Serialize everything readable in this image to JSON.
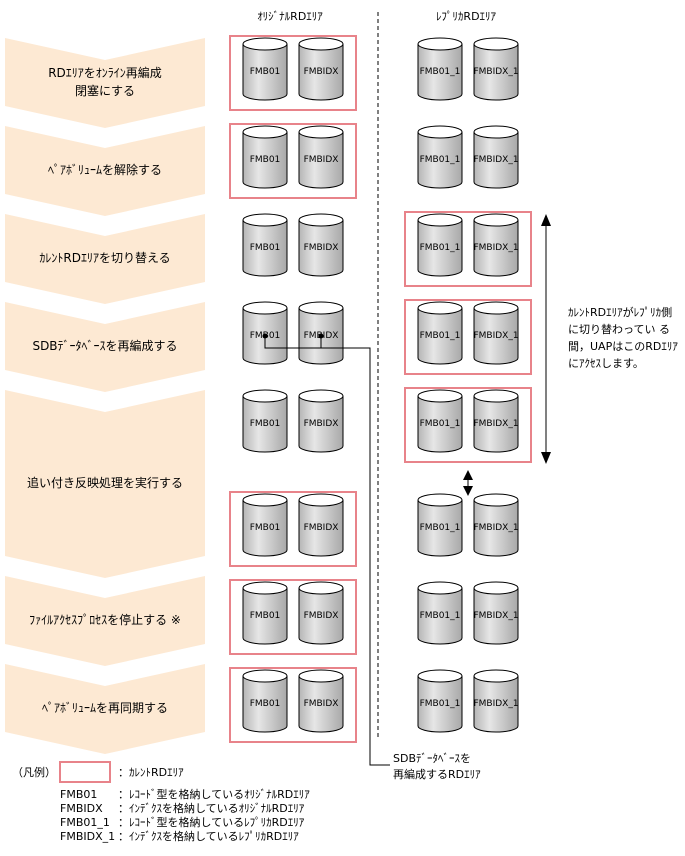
{
  "headers": {
    "original": "ｵﾘｼﾞﾅﾙRDｴﾘｱ",
    "replica": "ﾚﾌﾟﾘｶRDｴﾘｱ"
  },
  "steps": [
    {
      "lines": [
        "RDｴﾘｱをｵﾝﾗｲﾝ再編成",
        "閉塞にする"
      ]
    },
    {
      "lines": [
        "ﾍﾟｱﾎﾞﾘｭｰﾑを解除する"
      ]
    },
    {
      "lines": [
        "ｶﾚﾝﾄRDｴﾘｱを切り替える"
      ]
    },
    {
      "lines": [
        "SDBﾃﾞｰﾀﾍﾞｰｽを再編成する"
      ]
    },
    {
      "lines": [
        "追い付き反映処理を実行する"
      ]
    },
    {
      "lines": [
        "ﾌｧｲﾙｱｸｾｽﾌﾟﾛｾｽを停止する ※"
      ]
    },
    {
      "lines": [
        "ﾍﾟｱﾎﾞﾘｭｰﾑを再同期する"
      ]
    }
  ],
  "disks": {
    "orig_a": "FMB01",
    "orig_b": "FMBIDX",
    "rep_a": "FMB01_1",
    "rep_b": "FMBIDX_1"
  },
  "annotation": [
    "ｶﾚﾝﾄRDｴﾘｱがﾚﾌﾟﾘｶ側",
    "に切り替わってい る",
    "間，UAPはこのRDｴﾘｱ",
    "にｱｸｾｽします。"
  ],
  "callout": [
    "SDBﾃﾞｰﾀﾍﾞｰｽを",
    "再編成するRDｴﾘｱ"
  ],
  "legend": {
    "title": "（凡例）",
    "box_desc": "：ｶﾚﾝﾄRDｴﾘｱ",
    "entries": [
      {
        "term": "FMB01",
        "desc": "：ﾚｺｰﾄﾞ型を格納しているｵﾘｼﾞﾅﾙRDｴﾘｱ"
      },
      {
        "term": "FMBIDX",
        "desc": "：ｲﾝﾃﾞｸｽを格納しているｵﾘｼﾞﾅﾙRDｴﾘｱ"
      },
      {
        "term": "FMB01_1",
        "desc": "：ﾚｺｰﾄﾞ型を格納しているﾚﾌﾟﾘｶRDｴﾘｱ"
      },
      {
        "term": "FMBIDX_1",
        "desc": "：ｲﾝﾃﾞｸｽを格納しているﾚﾌﾟﾘｶRDｴﾘｱ"
      }
    ]
  },
  "colors": {
    "step_fill": "#fde9d3",
    "highlight": "#e8838a",
    "disk_top": "#ffffff",
    "disk_body": "#c8c8c8",
    "line": "#000000"
  }
}
